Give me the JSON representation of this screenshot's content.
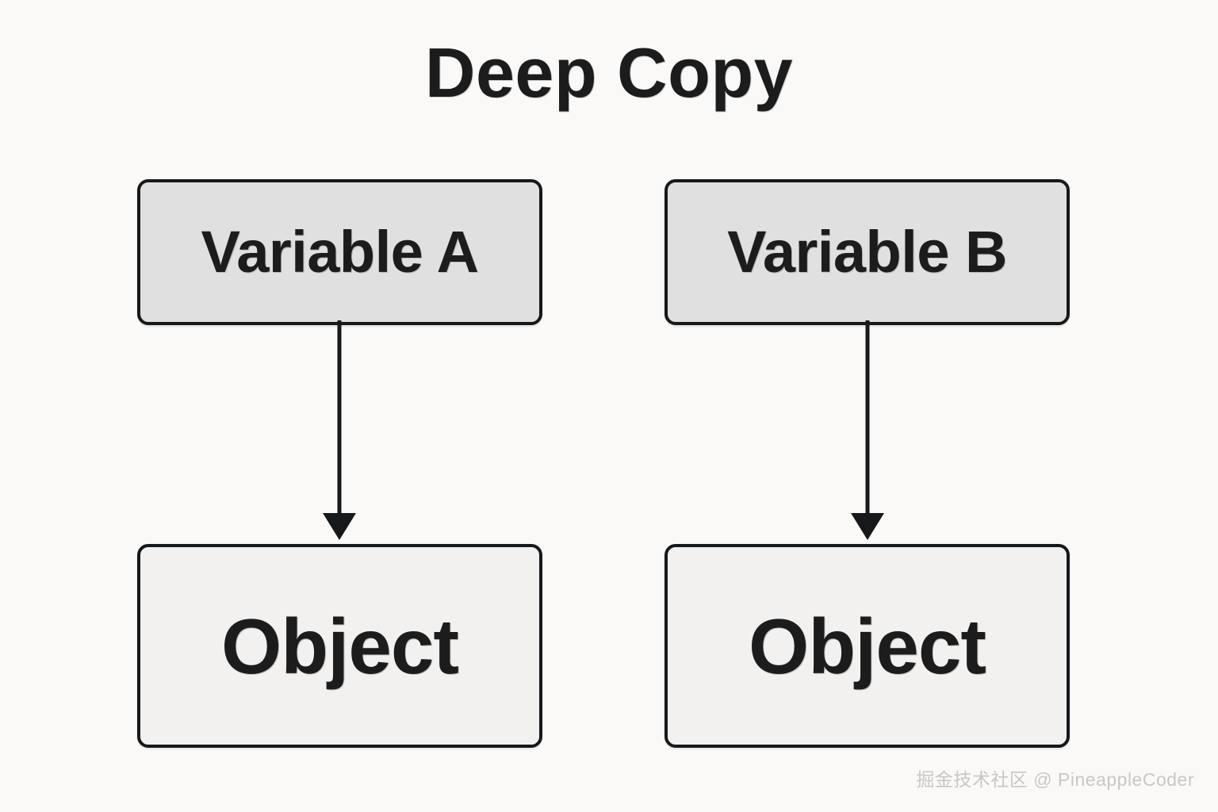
{
  "diagram": {
    "title": "Deep Copy",
    "type": "node-arrow-diagram",
    "background_color": "#faf9f7",
    "nodes": [
      {
        "id": "var-a",
        "label": "Variable A",
        "kind": "variable",
        "fill": "#e0e0e0",
        "border": "#17181a"
      },
      {
        "id": "var-b",
        "label": "Variable B",
        "kind": "variable",
        "fill": "#e0e0e0",
        "border": "#17181a"
      },
      {
        "id": "obj-a",
        "label": "Object",
        "kind": "object",
        "fill": "#f2f1ef",
        "border": "#17181a"
      },
      {
        "id": "obj-b",
        "label": "Object",
        "kind": "object",
        "fill": "#f2f1ef",
        "border": "#17181a"
      }
    ],
    "edges": [
      {
        "id": "arrow-a",
        "from": "var-a",
        "to": "obj-a",
        "style": "solid-arrow",
        "color": "#17181a"
      },
      {
        "id": "arrow-b",
        "from": "var-b",
        "to": "obj-b",
        "style": "solid-arrow",
        "color": "#17181a"
      }
    ]
  },
  "watermark": {
    "text": "掘金技术社区 @ PineappleCoder",
    "color": "#c9c7c4"
  }
}
